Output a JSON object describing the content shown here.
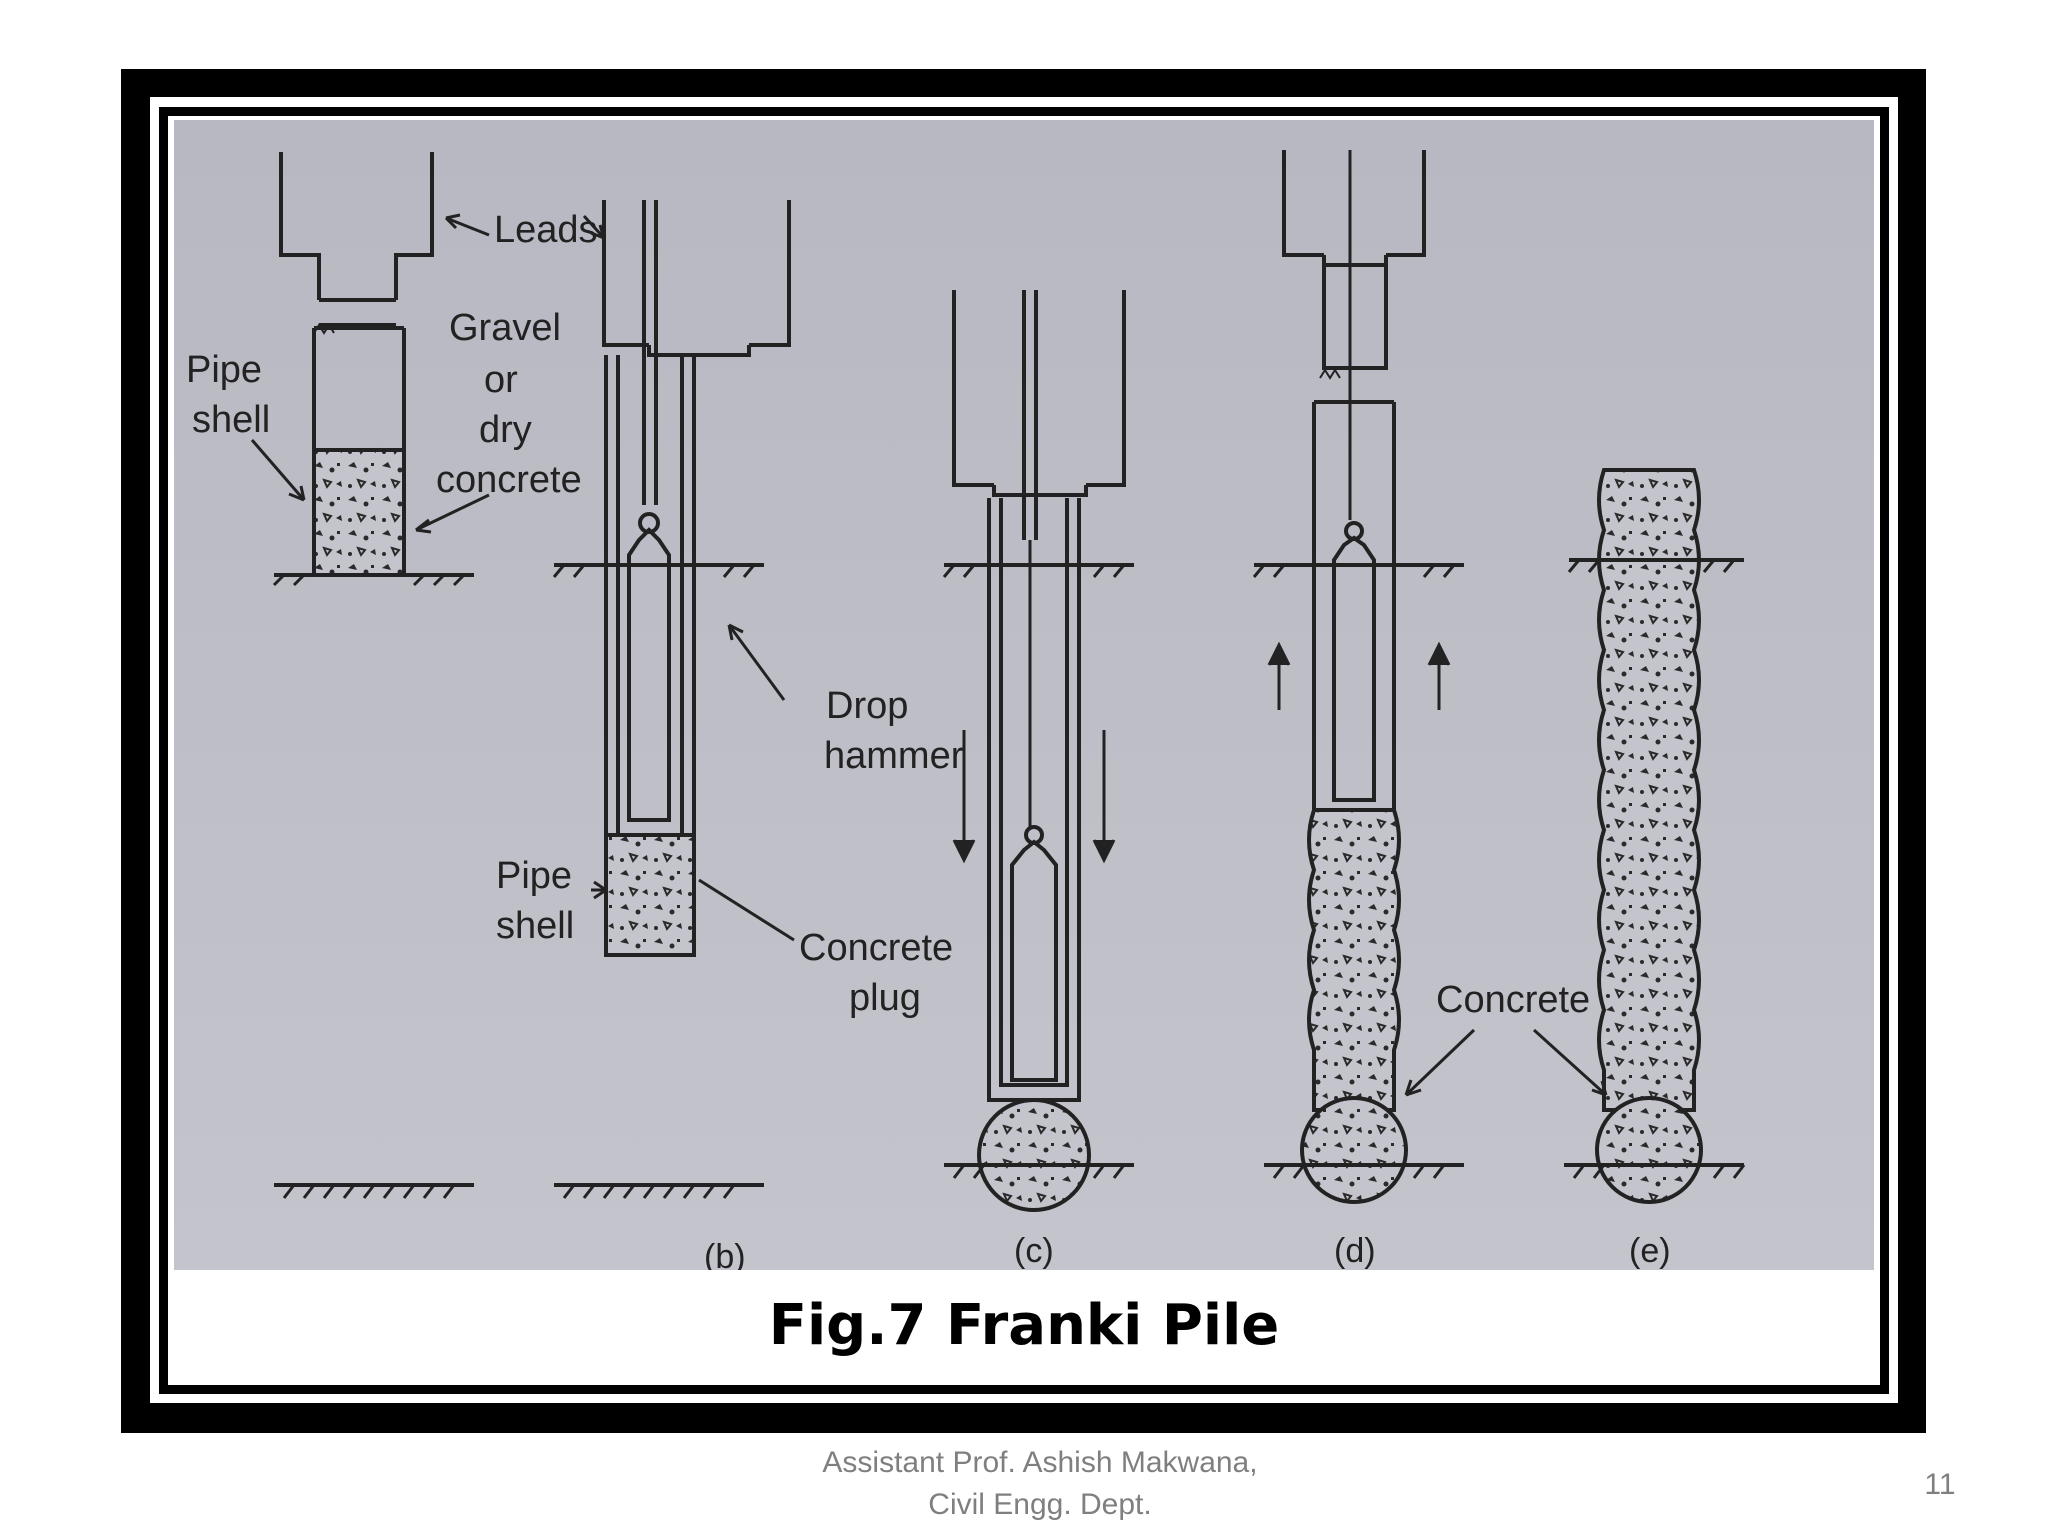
{
  "figure": {
    "labels": {
      "leads": "Leads",
      "gravel": "Gravel",
      "or": "or",
      "dry": "dry",
      "concrete_a": "concrete",
      "pipe_a": "Pipe",
      "shell_a": "shell",
      "drop": "Drop",
      "hammer": "hammer",
      "pipe_b": "Pipe",
      "shell_b": "shell",
      "concrete_b": "Concrete",
      "plug": "plug",
      "concrete_de": "Concrete"
    },
    "stages": [
      "(b)",
      "(c)",
      "(d)",
      "(e)"
    ],
    "caption": "Fig.7 Franki Pile"
  },
  "footer": {
    "author_line1": "Assistant Prof. Ashish Makwana,",
    "author_line2": "Civil Engg. Dept.",
    "page_number": "11"
  },
  "colors": {
    "photo_background": "#bdbdc7",
    "line": "#222222",
    "frame": "#000000",
    "footer_text": "#7f7f7f"
  }
}
